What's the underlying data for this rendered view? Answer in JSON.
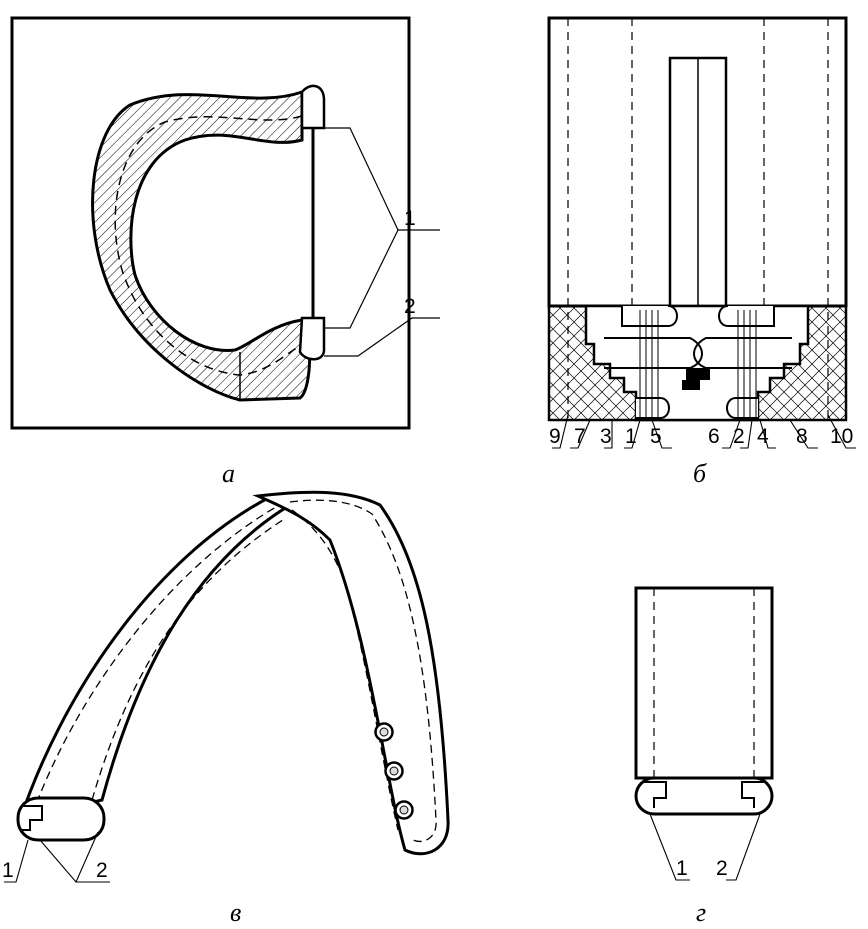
{
  "panels": {
    "a": {
      "caption": "а",
      "labels": [
        "1",
        "2"
      ]
    },
    "b": {
      "caption": "б",
      "labels": [
        "9",
        "7",
        "3",
        "1",
        "5",
        "6",
        "2",
        "4",
        "8",
        "10"
      ]
    },
    "v": {
      "caption": "в",
      "labels": [
        "1",
        "2"
      ]
    },
    "g": {
      "caption": "г",
      "labels": [
        "1",
        "2"
      ]
    }
  }
}
